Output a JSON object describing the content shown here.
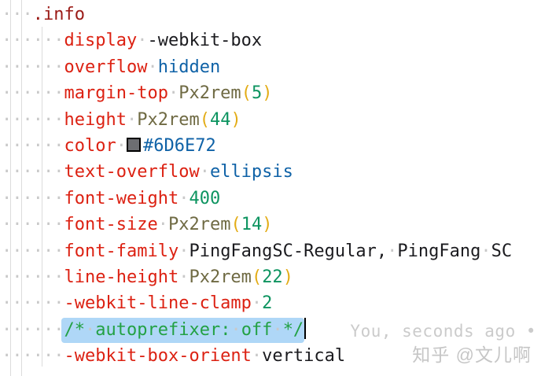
{
  "colors": {
    "background": "#ffffff",
    "selector": "#9B1B17",
    "property": "#DC2112",
    "value": "#0F62A7",
    "func": "#6F6A43",
    "paren": "#E3AC16",
    "number": "#0D9460",
    "comment": "#23A144",
    "plain": "#1B1B1F",
    "selection": "#AFD7F7",
    "dot": "#C9C9C9",
    "guide": "#DCDCDC",
    "blame": "#CBCBCB",
    "watermark": "#C6C6C6",
    "cursor": "#000000",
    "swatch_fill": "#6D6E72"
  },
  "editor": {
    "lines": [
      {
        "indent": 3,
        "tokens": [
          {
            "text": ".info",
            "type": "selector"
          }
        ]
      },
      {
        "indent": 6,
        "tokens": [
          {
            "text": "display",
            "type": "property"
          },
          {
            "text": " ",
            "type": "plain"
          },
          {
            "text": "-webkit-box",
            "type": "plain"
          }
        ]
      },
      {
        "indent": 6,
        "tokens": [
          {
            "text": "overflow",
            "type": "property"
          },
          {
            "text": " ",
            "type": "plain"
          },
          {
            "text": "hidden",
            "type": "value"
          }
        ]
      },
      {
        "indent": 6,
        "tokens": [
          {
            "text": "margin-top",
            "type": "property"
          },
          {
            "text": " ",
            "type": "plain"
          },
          {
            "text": "Px2rem",
            "type": "func"
          },
          {
            "text": "(",
            "type": "paren"
          },
          {
            "text": "5",
            "type": "number"
          },
          {
            "text": ")",
            "type": "paren"
          }
        ]
      },
      {
        "indent": 6,
        "tokens": [
          {
            "text": "height",
            "type": "property"
          },
          {
            "text": " ",
            "type": "plain"
          },
          {
            "text": "Px2rem",
            "type": "func"
          },
          {
            "text": "(",
            "type": "paren"
          },
          {
            "text": "44",
            "type": "number"
          },
          {
            "text": ")",
            "type": "paren"
          }
        ]
      },
      {
        "indent": 6,
        "tokens": [
          {
            "text": "color",
            "type": "property"
          },
          {
            "text": " ",
            "type": "plain"
          },
          {
            "swatch": "#6D6E72"
          },
          {
            "text": "#6D6E72",
            "type": "value"
          }
        ]
      },
      {
        "indent": 6,
        "tokens": [
          {
            "text": "text-overflow",
            "type": "property"
          },
          {
            "text": " ",
            "type": "plain"
          },
          {
            "text": "ellipsis",
            "type": "value"
          }
        ]
      },
      {
        "indent": 6,
        "tokens": [
          {
            "text": "font-weight",
            "type": "property"
          },
          {
            "text": " ",
            "type": "plain"
          },
          {
            "text": "400",
            "type": "number"
          }
        ]
      },
      {
        "indent": 6,
        "tokens": [
          {
            "text": "font-size",
            "type": "property"
          },
          {
            "text": " ",
            "type": "plain"
          },
          {
            "text": "Px2rem",
            "type": "func"
          },
          {
            "text": "(",
            "type": "paren"
          },
          {
            "text": "14",
            "type": "number"
          },
          {
            "text": ")",
            "type": "paren"
          }
        ]
      },
      {
        "indent": 6,
        "tokens": [
          {
            "text": "font-family",
            "type": "property"
          },
          {
            "text": " ",
            "type": "plain"
          },
          {
            "text": "PingFangSC-Regular, PingFang SC",
            "type": "plain"
          }
        ]
      },
      {
        "indent": 6,
        "tokens": [
          {
            "text": "line-height",
            "type": "property"
          },
          {
            "text": " ",
            "type": "plain"
          },
          {
            "text": "Px2rem",
            "type": "func"
          },
          {
            "text": "(",
            "type": "paren"
          },
          {
            "text": "22",
            "type": "number"
          },
          {
            "text": ")",
            "type": "paren"
          }
        ]
      },
      {
        "indent": 6,
        "tokens": [
          {
            "text": "-webkit-line-clamp",
            "type": "property"
          },
          {
            "text": " ",
            "type": "plain"
          },
          {
            "text": "2",
            "type": "number"
          }
        ]
      },
      {
        "indent": 6,
        "selected": true,
        "cursor": true,
        "annotation": "You, seconds ago •",
        "tokens": [
          {
            "text": "/* autoprefixer: off */",
            "type": "comment"
          }
        ]
      },
      {
        "indent": 6,
        "tokens": [
          {
            "text": "-webkit-box-orient",
            "type": "property"
          },
          {
            "text": " ",
            "type": "plain"
          },
          {
            "text": "vertical",
            "type": "plain"
          }
        ]
      }
    ]
  },
  "watermark": "知乎 @文儿啊"
}
